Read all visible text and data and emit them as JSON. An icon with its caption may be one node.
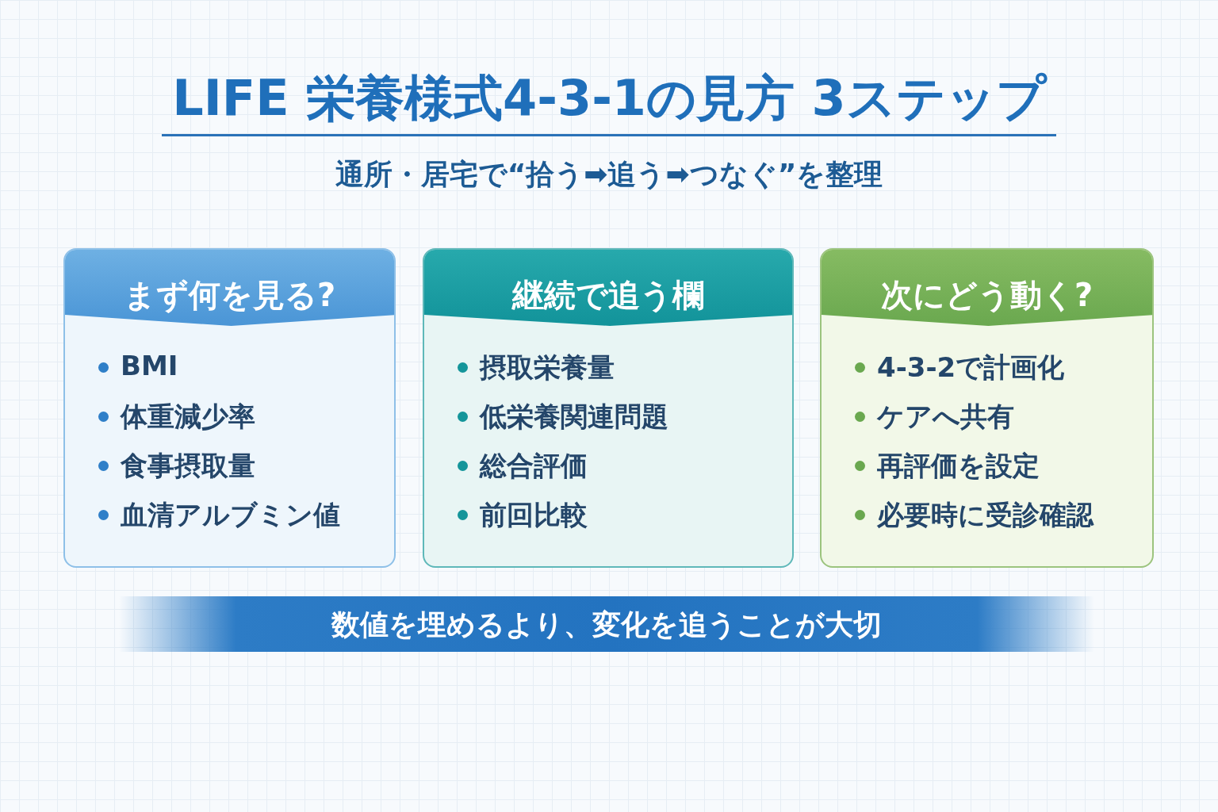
{
  "diagram": {
    "title": "LIFE 栄養様式4-3-1の見方 3ステップ",
    "nodes": [
      {
        "text": [
          "まず何を見る?",
          "BMI",
          "体重減少率",
          "食事摂取量",
          "血清アルブミン値"
        ]
      },
      {
        "text": [
          "継続で追う欄",
          "摂取栄養量",
          "低栄養関連問題",
          "総合評価",
          "前回比較"
        ]
      },
      {
        "text": [
          "次にどう動く?",
          "4-3-2で計画化",
          "ケアへ共有",
          "再評価を設定",
          "必要時に受診確認"
        ]
      },
      {
        "text": [
          "数値を埋めるより、変化を追うことが大切"
        ]
      }
    ],
    "labels": [
      "通所・居宅で“拾う➡追う➡つなぐ”を整理"
    ]
  }
}
